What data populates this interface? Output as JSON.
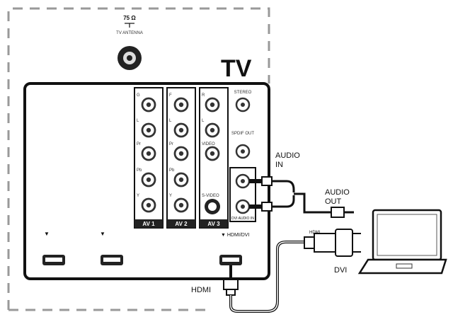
{
  "antenna": {
    "ohm": "75 Ω",
    "label": "TV ANTENNA"
  },
  "tv_title": "TV",
  "groups": {
    "av1": {
      "label": "AV 1",
      "jacks": [
        "G",
        "L",
        "Pr",
        "Pb",
        "Y"
      ]
    },
    "av2": {
      "label": "AV 2",
      "jacks": [
        "F",
        "L",
        "Pr",
        "Pb",
        "Y"
      ]
    },
    "av3": {
      "label": "AV 3",
      "jacks": [
        "R",
        "L",
        "VIDEO",
        "S-VIDEO"
      ]
    }
  },
  "right_jacks": {
    "stereo": "STEREO",
    "spdif": "SPDIF OUT",
    "dvi_audio": "DVI AUDIO IN"
  },
  "hdmi_dvi_label": "▼ HDMI/DVI",
  "hdmi_bottom_ports": {
    "markers": [
      "▼",
      "▼"
    ]
  },
  "labels": {
    "audio_in_1": "AUDIO",
    "audio_in_2": "IN",
    "audio_out_1": "AUDIO",
    "audio_out_2": "OUT",
    "hdmi_small": "HDMI",
    "dvi": "DVI",
    "hdmi": "HDMI"
  }
}
